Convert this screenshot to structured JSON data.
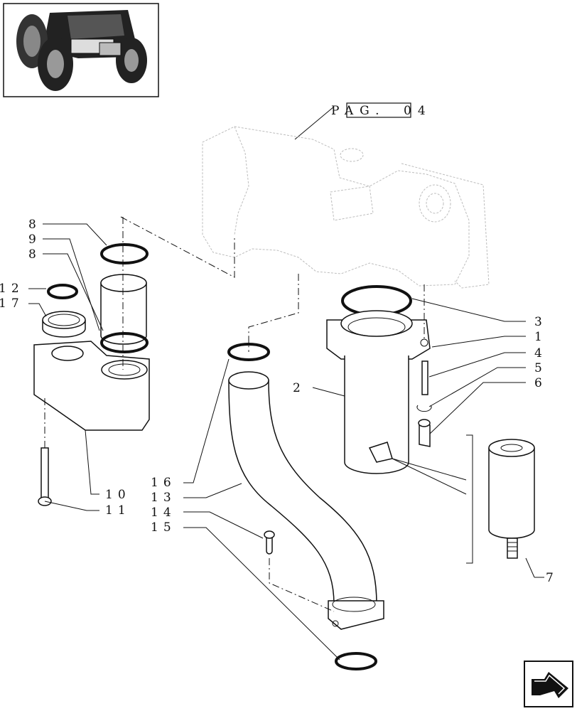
{
  "reference": {
    "label": "PAG.",
    "page": "04"
  },
  "callouts": {
    "c1": "1",
    "c2": "2",
    "c3": "3",
    "c4": "4",
    "c5": "5",
    "c6": "6",
    "c7": "7",
    "c8a": "8",
    "c8b": "8",
    "c9": "9",
    "c10": "10",
    "c11": "11",
    "c12": "12",
    "c13": "13",
    "c14": "14",
    "c15": "15",
    "c16": "16",
    "c17": "17"
  },
  "icons": {
    "thumbnail": "tractor-thumbnail-icon",
    "nav": "next-page-arrow-icon"
  }
}
